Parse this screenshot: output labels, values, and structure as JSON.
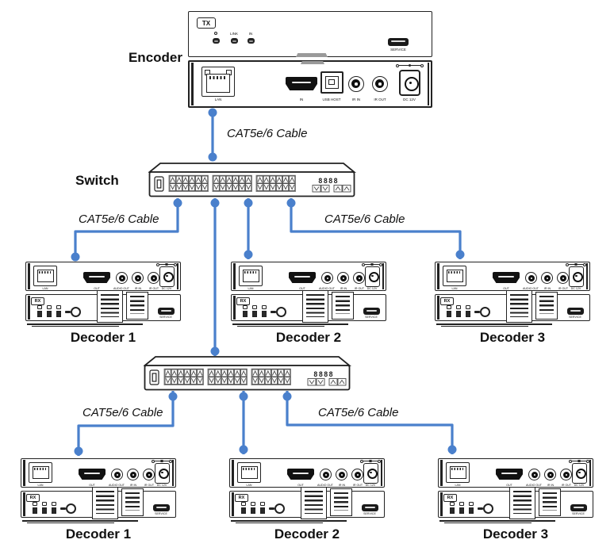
{
  "colors": {
    "cable": "#4a80cc",
    "line": "#222222"
  },
  "labels": {
    "cat_cable": "CAT5e/6 Cable"
  },
  "encoder": {
    "label": "Encoder",
    "top_panel": {
      "tx_badge": "TX",
      "led_link": "LINK",
      "led_in": "IN",
      "service": "SERVICE"
    },
    "front_panel": {
      "lan": "LAN",
      "hdmi_in": "IN",
      "usb_host": "USB HOST",
      "ir_in": "IR IN",
      "ir_out": "IR OUT",
      "dc": "DC 12V"
    }
  },
  "switch": {
    "label": "Switch",
    "led_display": "8888"
  },
  "decoder_panel": {
    "rx_badge": "RX",
    "lan": "LAN",
    "hdmi_out": "OUT",
    "audio_out": "AUDIO OUT",
    "ir_in": "IR IN",
    "ir_out": "IR OUT",
    "dc": "DC 12V",
    "service": "SERVICE"
  },
  "decoders": [
    {
      "label": "Decoder 1"
    },
    {
      "label": "Decoder 2"
    },
    {
      "label": "Decoder 3"
    },
    {
      "label": "Decoder 1"
    },
    {
      "label": "Decoder 2"
    },
    {
      "label": "Decoder 3"
    }
  ]
}
